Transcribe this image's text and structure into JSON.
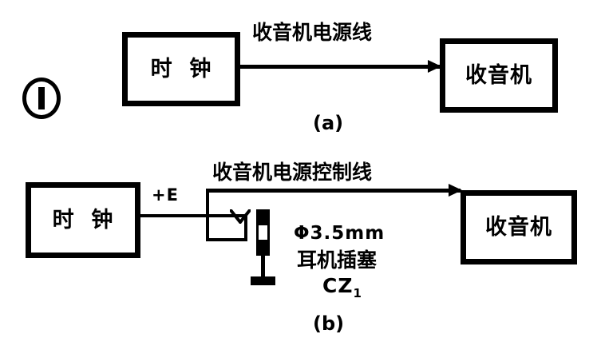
{
  "figure": {
    "marker_label": "I",
    "marker_icon": "circled-roman-one-icon",
    "background_color": "#ffffff",
    "ink_color": "#000000"
  },
  "diagram_a": {
    "caption": "(a)",
    "source_box_label": "时  钟",
    "target_box_label": "收音机",
    "connection_label": "收音机电源线",
    "arrow_direction": "left-to-right"
  },
  "diagram_b": {
    "caption": "(b)",
    "source_box_label": "时  钟",
    "target_box_label": "收音机",
    "connection_label": "收音机电源控制线",
    "supply_terminal_label": "+E",
    "plug_diameter_label": "Φ3.5mm",
    "plug_name_label": "耳机插塞",
    "plug_designator_prefix": "CZ",
    "plug_designator_subscript": "1",
    "arrow_direction": "left-to-right"
  }
}
